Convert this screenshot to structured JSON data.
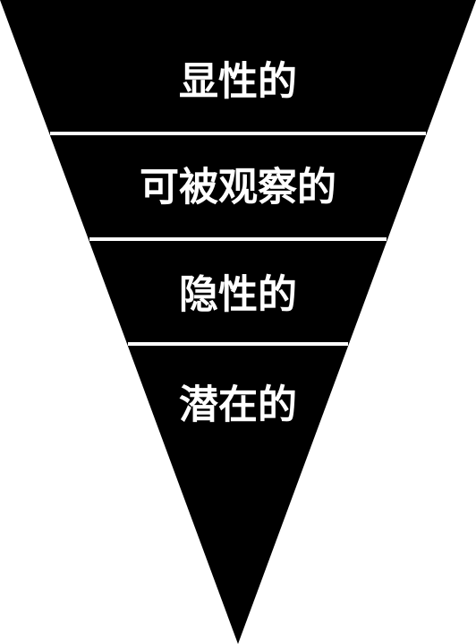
{
  "diagram": {
    "shape": "inverted-triangle",
    "fill_color": "#000000",
    "divider_color": "#ffffff",
    "text_color": "#ffffff",
    "background_color": "#ffffff",
    "levels": [
      {
        "label": "显性的"
      },
      {
        "label": "可被观察的"
      },
      {
        "label": "隐性的"
      },
      {
        "label": "潜在的"
      }
    ]
  }
}
